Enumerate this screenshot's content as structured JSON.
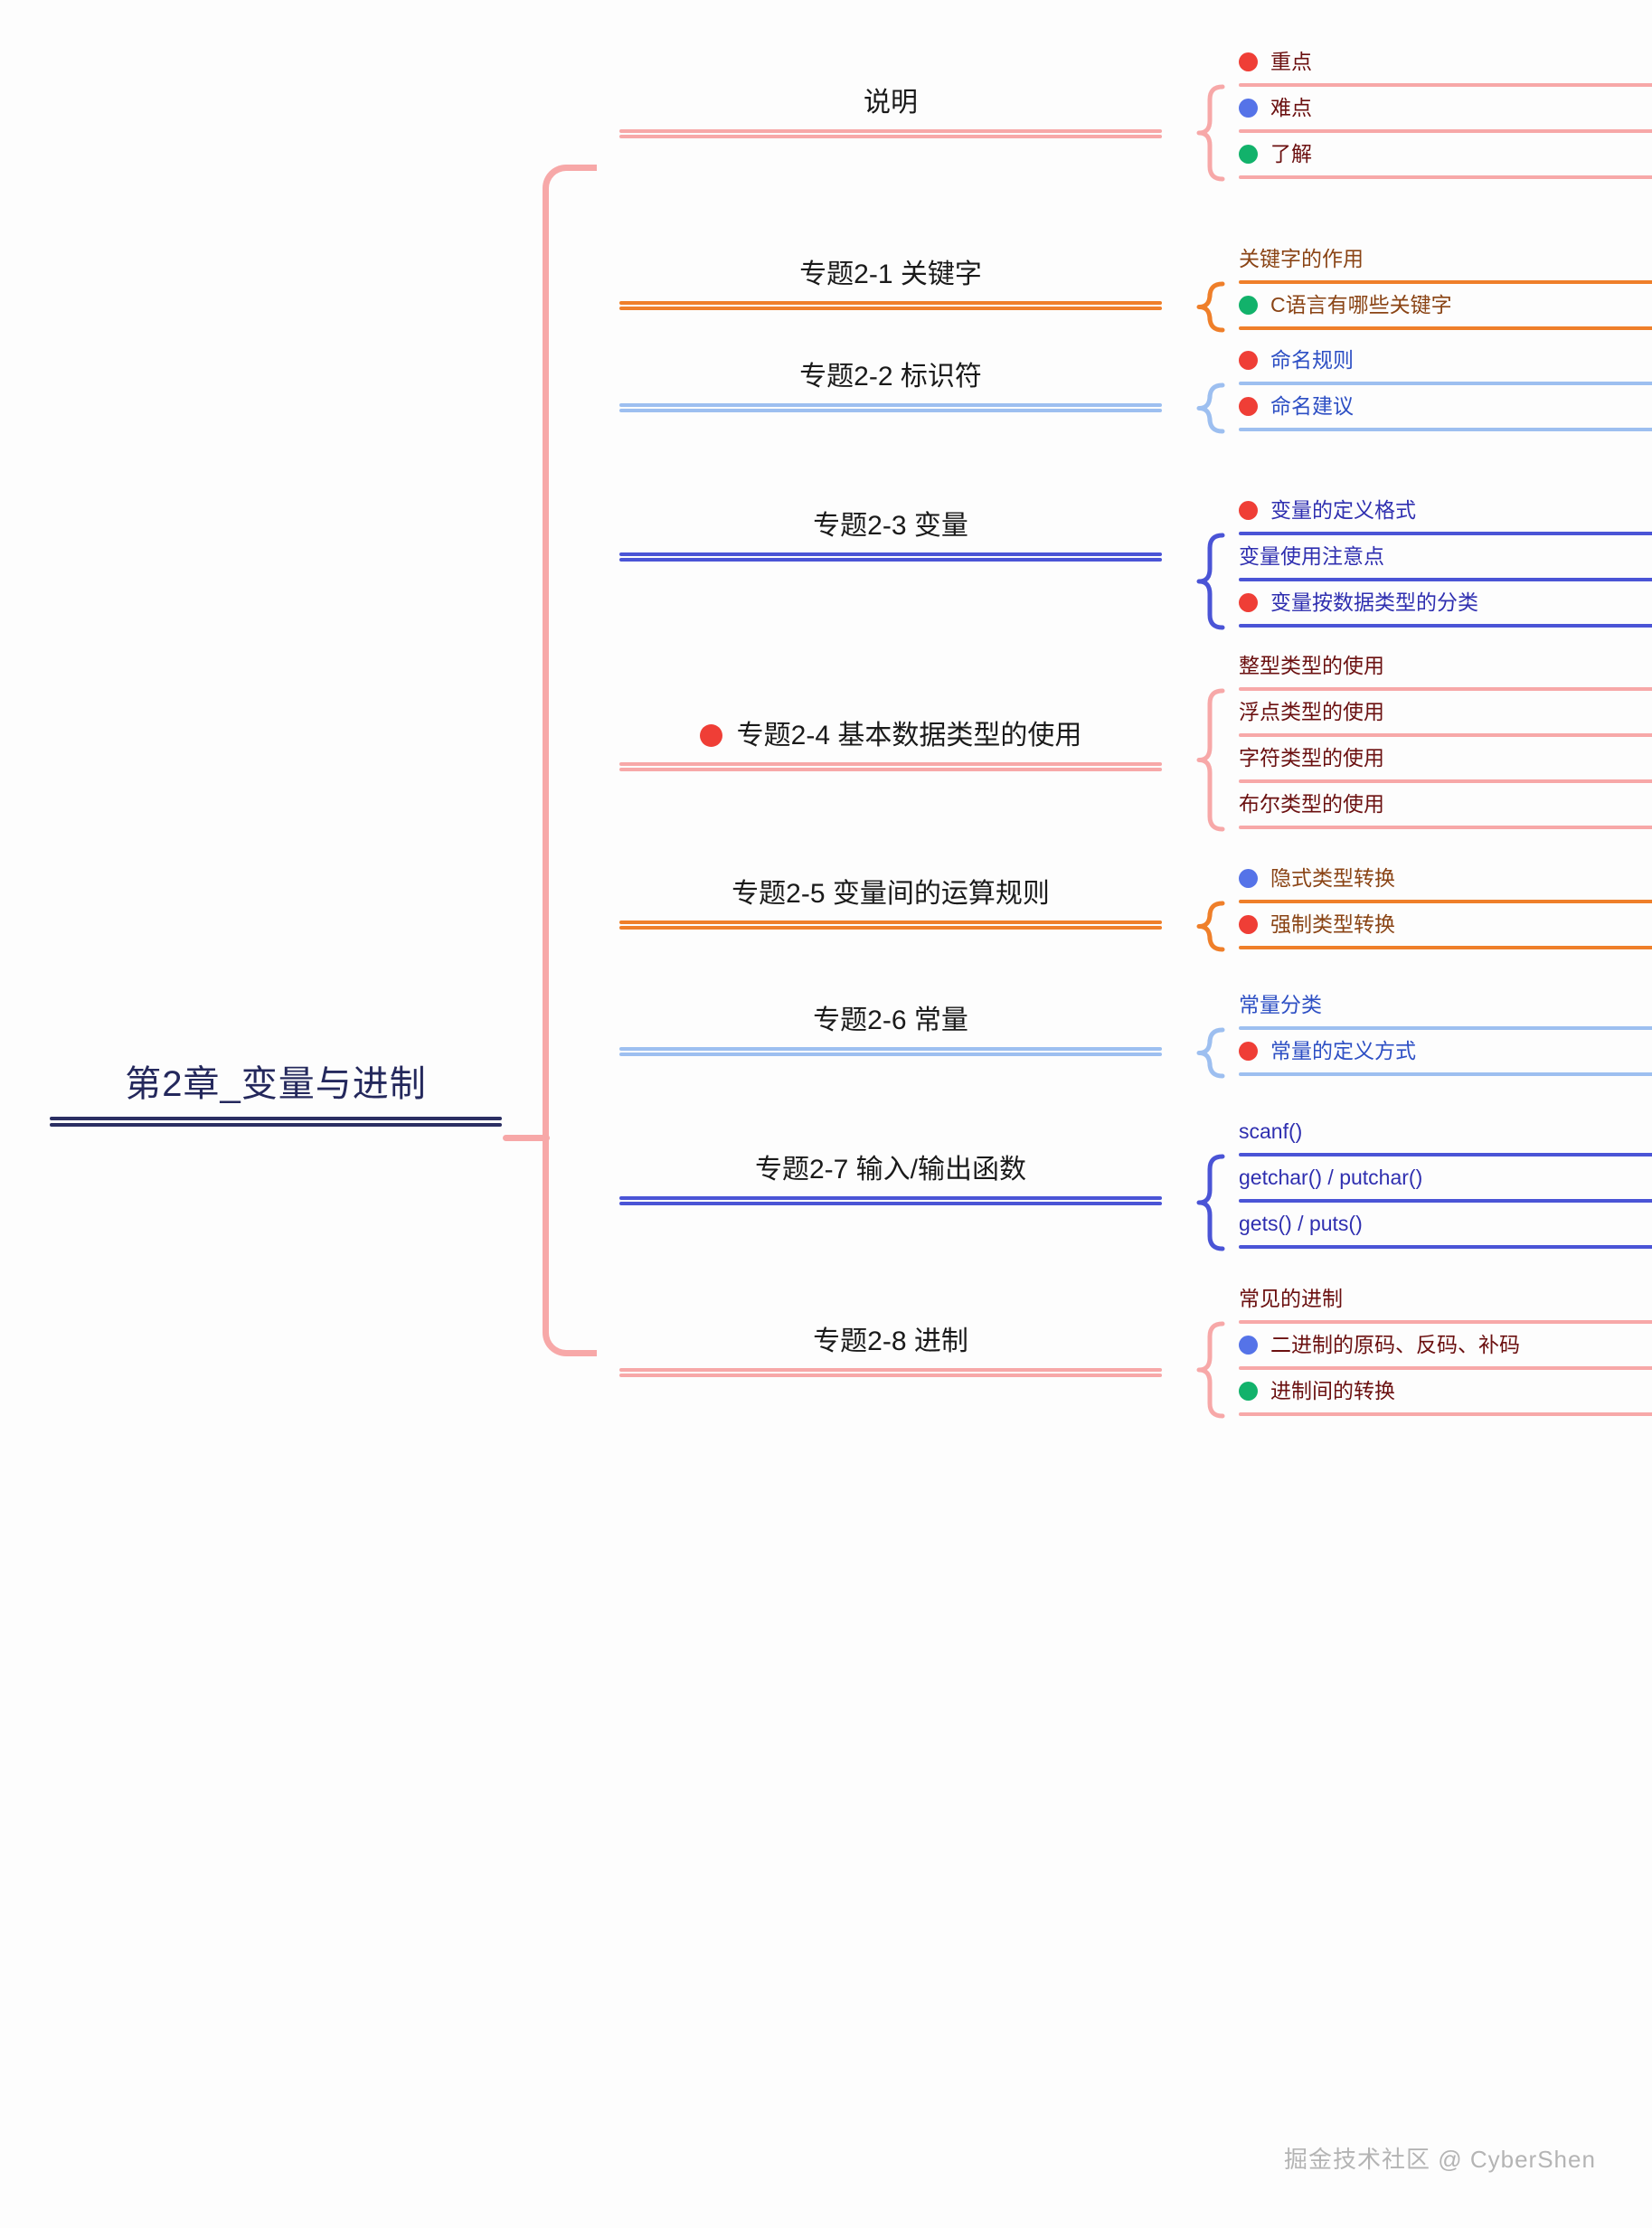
{
  "root": {
    "label": "第2章_变量与进制",
    "color": "#2b2f63"
  },
  "palette": {
    "pink": "#f7a8a8",
    "orange": "#ef7f2a",
    "light_blue": "#9dbff0",
    "indigo": "#4a54d6",
    "dot_red": "#ef3e36",
    "dot_blue": "#5573e8",
    "dot_green": "#12b26b",
    "text_dark_red": "#6b1010",
    "text_brown": "#8a4415",
    "text_blue": "#2d4fc4",
    "text_indigo": "#2f2fb0"
  },
  "watermark": {
    "text": "掘金技术社区 @ CyberShen"
  },
  "branches": [
    {
      "label": "说明",
      "dot": "none",
      "line_color": "#f7a8a8",
      "leaf_text_color": "#6b1010",
      "children": [
        {
          "label": "重点",
          "dot": "red"
        },
        {
          "label": "难点",
          "dot": "blue"
        },
        {
          "label": "了解",
          "dot": "green"
        }
      ]
    },
    {
      "label": "专题2-1 关键字",
      "dot": "none",
      "line_color": "#ef7f2a",
      "leaf_text_color": "#8a4415",
      "children": [
        {
          "label": "关键字的作用",
          "dot": "none"
        },
        {
          "label": "C语言有哪些关键字",
          "dot": "green"
        }
      ]
    },
    {
      "label": "专题2-2 标识符",
      "dot": "none",
      "line_color": "#9dbff0",
      "leaf_text_color": "#2d4fc4",
      "children": [
        {
          "label": "命名规则",
          "dot": "red"
        },
        {
          "label": "命名建议",
          "dot": "red"
        }
      ]
    },
    {
      "label": "专题2-3 变量",
      "dot": "none",
      "line_color": "#4a54d6",
      "leaf_text_color": "#2f2fb0",
      "children": [
        {
          "label": "变量的定义格式",
          "dot": "red"
        },
        {
          "label": "变量使用注意点",
          "dot": "none"
        },
        {
          "label": "变量按数据类型的分类",
          "dot": "red"
        }
      ]
    },
    {
      "label": "专题2-4 基本数据类型的使用",
      "dot": "red",
      "line_color": "#f7a8a8",
      "leaf_text_color": "#6b1010",
      "children": [
        {
          "label": "整型类型的使用",
          "dot": "none"
        },
        {
          "label": "浮点类型的使用",
          "dot": "none"
        },
        {
          "label": "字符类型的使用",
          "dot": "none"
        },
        {
          "label": "布尔类型的使用",
          "dot": "none"
        }
      ]
    },
    {
      "label": "专题2-5 变量间的运算规则",
      "dot": "none",
      "line_color": "#ef7f2a",
      "leaf_text_color": "#8a4415",
      "children": [
        {
          "label": "隐式类型转换",
          "dot": "blue"
        },
        {
          "label": "强制类型转换",
          "dot": "red"
        }
      ]
    },
    {
      "label": "专题2-6 常量",
      "dot": "none",
      "line_color": "#9dbff0",
      "leaf_text_color": "#2d4fc4",
      "children": [
        {
          "label": "常量分类",
          "dot": "none"
        },
        {
          "label": "常量的定义方式",
          "dot": "red"
        }
      ]
    },
    {
      "label": "专题2-7 输入/输出函数",
      "dot": "none",
      "line_color": "#4a54d6",
      "leaf_text_color": "#2f2fb0",
      "children": [
        {
          "label": "scanf()",
          "dot": "none"
        },
        {
          "label": "getchar() / putchar()",
          "dot": "none"
        },
        {
          "label": "gets() / puts()",
          "dot": "none"
        }
      ]
    },
    {
      "label": "专题2-8 进制",
      "dot": "none",
      "line_color": "#f7a8a8",
      "leaf_text_color": "#6b1010",
      "children": [
        {
          "label": "常见的进制",
          "dot": "none"
        },
        {
          "label": "二进制的原码、反码、补码",
          "dot": "blue"
        },
        {
          "label": "进制间的转换",
          "dot": "green"
        }
      ]
    }
  ]
}
